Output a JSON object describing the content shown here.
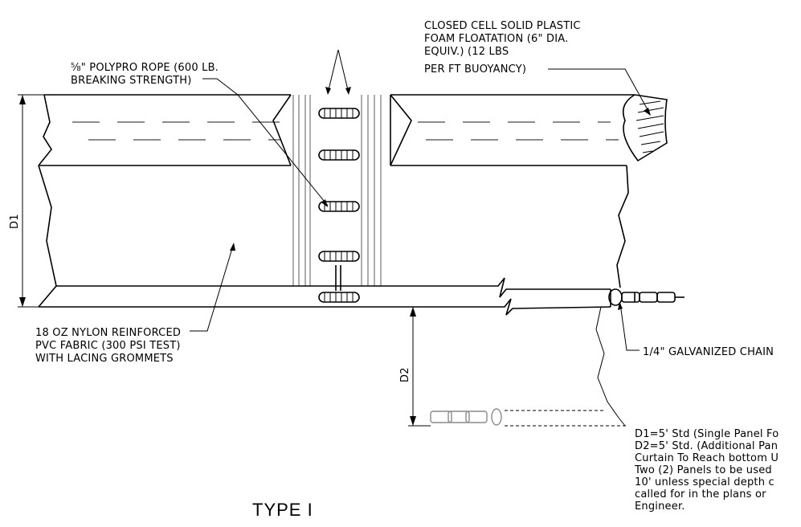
{
  "notes": {
    "foam_lines": [
      "CLOSED CELL SOLID PLASTIC",
      "FOAM FLOATATION (6\" DIA.",
      "EQUIV.) (12 LBS",
      "PER FT BUOYANCY)"
    ],
    "rope_lines": [
      "⅝\" POLYPRO ROPE (600 LB.",
      "BREAKING STRENGTH)"
    ],
    "fabric_lines": [
      "18 OZ NYLON REINFORCED",
      "PVC FABRIC (300 PSI TEST)",
      "WITH LACING GROMMETS"
    ],
    "chain_label": "1/4\" GALVANIZED CHAIN",
    "spec_lines": [
      "D1=5' Std (Single Panel Fo",
      "D2=5' Std. (Additional Pan",
      "Curtain To Reach bottom U",
      "Two (2) Panels to be used",
      "10' unless special depth c",
      "called for in the plans or",
      "Engineer."
    ]
  },
  "dimensions": {
    "d1": "D1",
    "d2": "D2"
  },
  "title": "TYPE I"
}
